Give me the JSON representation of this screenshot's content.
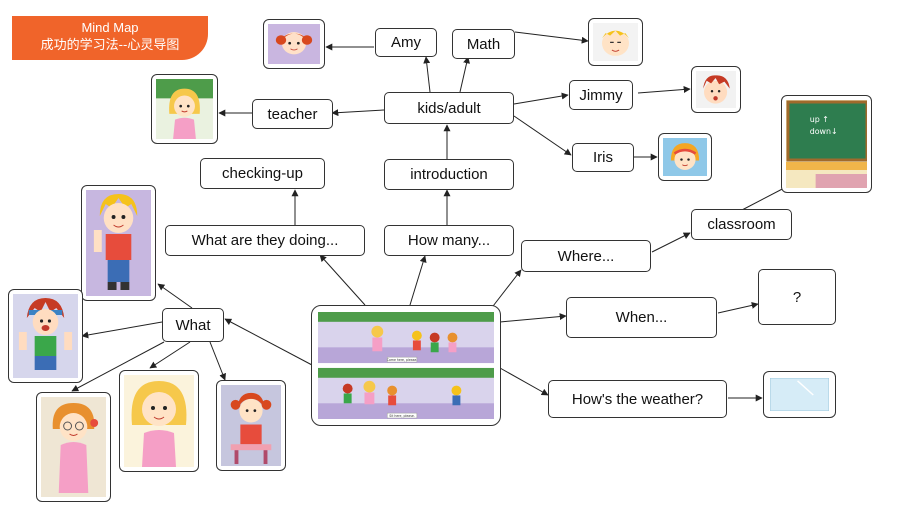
{
  "header": {
    "title_en": "Mind Map",
    "title_cn": "成功的学习法--心灵导图"
  },
  "nodes": {
    "amy": "Amy",
    "math": "Math",
    "kids_adult": "kids/adult",
    "teacher": "teacher",
    "jimmy": "Jimmy",
    "iris": "Iris",
    "checking_up": "checking-up",
    "introduction": "introduction",
    "what_doing": "What are they doing...",
    "how_many": "How many...",
    "classroom": "classroom",
    "where": "Where...",
    "what": "What",
    "when": "When...",
    "unknown": "?",
    "weather": "How's the weather?"
  },
  "center_image": {
    "caption_top": "Come here, please.",
    "caption_bottom": "Sit here, please."
  },
  "blackboard": {
    "line1": "up ↑",
    "line2": "down↓"
  },
  "icons": [
    "girl-face-icon",
    "boy-face-icon",
    "teacher-icon",
    "blackboard-icon",
    "window-icon"
  ]
}
